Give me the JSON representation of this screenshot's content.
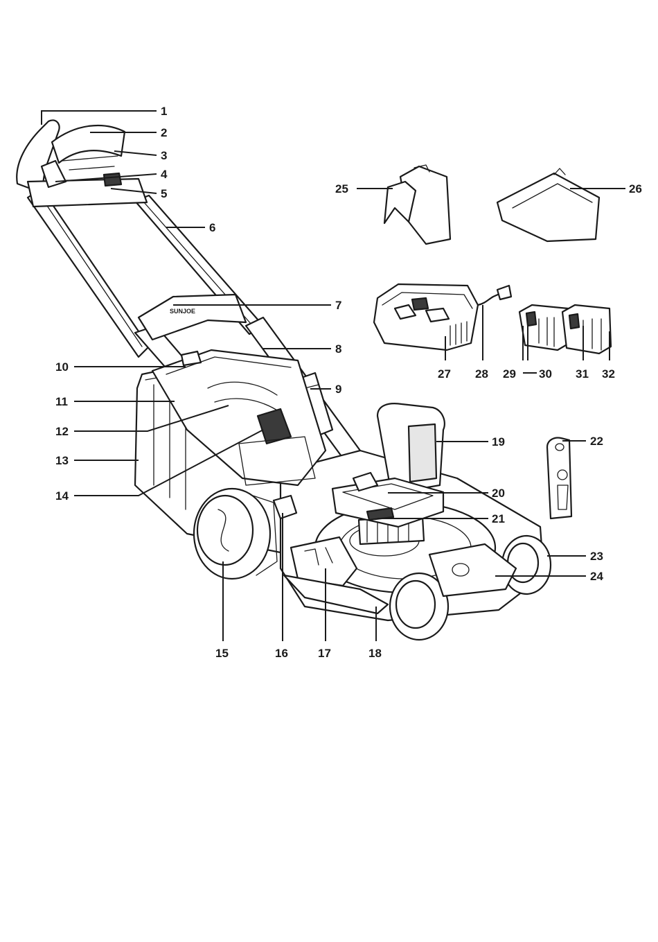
{
  "callouts": [
    {
      "id": "1",
      "label": "1"
    },
    {
      "id": "2",
      "label": "2"
    },
    {
      "id": "3",
      "label": "3"
    },
    {
      "id": "4",
      "label": "4"
    },
    {
      "id": "5",
      "label": "5"
    },
    {
      "id": "6",
      "label": "6"
    },
    {
      "id": "7",
      "label": "7"
    },
    {
      "id": "8",
      "label": "8"
    },
    {
      "id": "9",
      "label": "9"
    },
    {
      "id": "10",
      "label": "10"
    },
    {
      "id": "11",
      "label": "11"
    },
    {
      "id": "12",
      "label": "12"
    },
    {
      "id": "13",
      "label": "13"
    },
    {
      "id": "14",
      "label": "14"
    },
    {
      "id": "15",
      "label": "15"
    },
    {
      "id": "16",
      "label": "16"
    },
    {
      "id": "17",
      "label": "17"
    },
    {
      "id": "18",
      "label": "18"
    },
    {
      "id": "19",
      "label": "19"
    },
    {
      "id": "20",
      "label": "20"
    },
    {
      "id": "21",
      "label": "21"
    },
    {
      "id": "22",
      "label": "22"
    },
    {
      "id": "23",
      "label": "23"
    },
    {
      "id": "24",
      "label": "24"
    },
    {
      "id": "25",
      "label": "25"
    },
    {
      "id": "26",
      "label": "26"
    },
    {
      "id": "27",
      "label": "27"
    },
    {
      "id": "28",
      "label": "28"
    },
    {
      "id": "29",
      "label": "29"
    },
    {
      "id": "30",
      "label": "30"
    },
    {
      "id": "31",
      "label": "31"
    },
    {
      "id": "32",
      "label": "32"
    }
  ],
  "brand_text": "SUNJOE",
  "colors": {
    "ink": "#1a1a1a",
    "paper": "#ffffff"
  }
}
